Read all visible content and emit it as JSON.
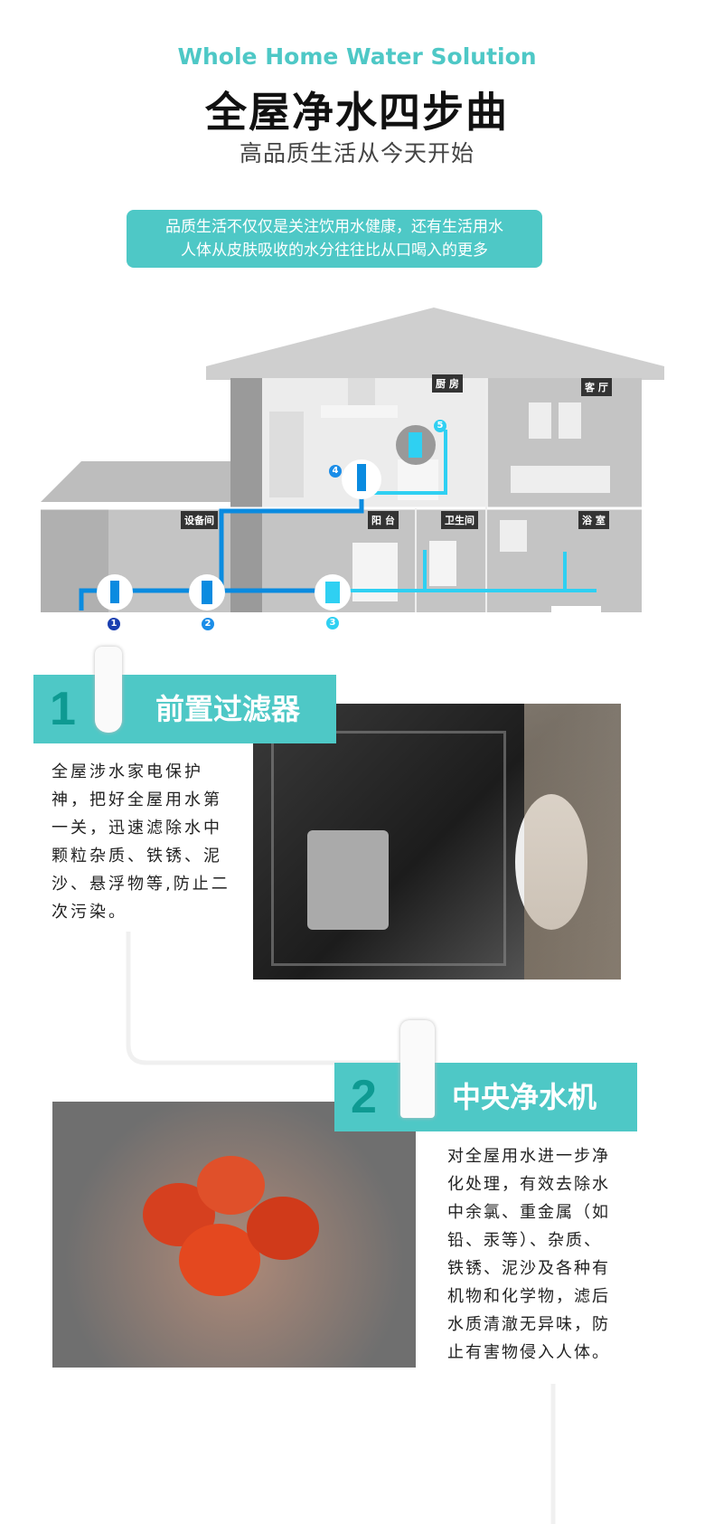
{
  "header": {
    "english_title": "Whole Home Water Solution",
    "title": "全屋净水四步曲",
    "subtitle": "高品质生活从今天开始"
  },
  "intro": {
    "line1": "品质生活不仅仅是关注饮用水健康，还有生活用水",
    "line2": "人体从皮肤吸收的水分往往比从口喝入的更多"
  },
  "house": {
    "rooms": [
      "厨 房",
      "客 厅",
      "设备间",
      "阳 台",
      "卫生间",
      "浴 室"
    ],
    "markers": [
      "1",
      "2",
      "3",
      "4",
      "5"
    ],
    "colors": {
      "pipe_dark": "#0a8be0",
      "pipe_light": "#2fd0f2",
      "wall": "#bdbdbd"
    }
  },
  "steps": [
    {
      "number": "1",
      "title": "前置过滤器",
      "lines": [
        "全屋涉水家电保护",
        "神，把好全屋用水第",
        "一关，迅速滤除水中",
        "颗粒杂质、铁锈、泥",
        "沙、悬浮物等,防止二",
        "次污染。"
      ]
    },
    {
      "number": "2",
      "title": "中央净水机",
      "lines": [
        "对全屋用水进一步净",
        "化处理，有效去除水",
        "中余氯、重金属（如",
        "铅、汞等）、杂质、",
        "铁锈、泥沙及各种有",
        "机物和化学物，滤后",
        "水质清澈无异味，防",
        "止有害物侵入人体。"
      ]
    }
  ],
  "colors": {
    "accent": "#4ec8c6",
    "number": "#0e9a92"
  }
}
